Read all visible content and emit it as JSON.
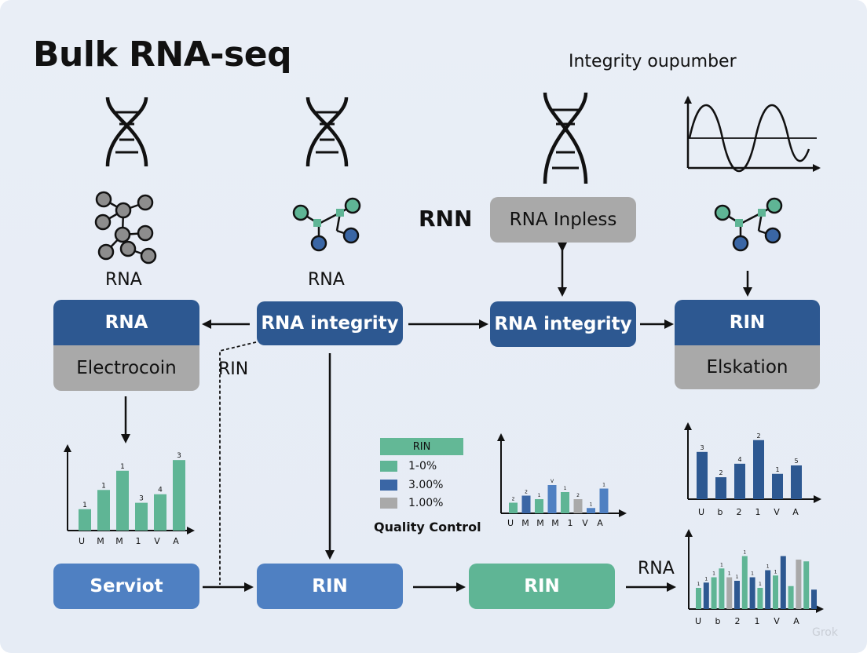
{
  "title": "Bulk RNA-seq",
  "subtitle": "Integrity oupumber",
  "labels": {
    "rna_left": "RNA",
    "rna_center": "RNA",
    "rnn": "RNN",
    "rin_dashed": "RIN",
    "rna_arrow": "RNA"
  },
  "boxes": {
    "rna": "RNA",
    "electrocoin": "Electrocoin",
    "rna_integrity_center": "RNA integrity",
    "rna_inpless": "RNA Inpless",
    "rna_integrity_right": "RNA integrity",
    "rin_top": "RIN",
    "elskation": "Elskation",
    "serviot": "Serviot",
    "rin_bottom_blue": "RIN",
    "rin_bottom_green": "RIN"
  },
  "legend": {
    "title": "RIN",
    "items": [
      {
        "label": "1-0%",
        "color": "#5fb595"
      },
      {
        "label": "3.00%",
        "color": "#3a66a5"
      },
      {
        "label": "1.00%",
        "color": "#a9a9a9"
      }
    ],
    "caption": "Quality Control"
  },
  "colors": {
    "dark_box": "#2d5891",
    "mid_box": "#4f80c2",
    "green_box": "#5fb595",
    "grey_box": "#a9a9a9",
    "teal_node": "#5fb595",
    "blue_node": "#3a66a5",
    "grey_node": "#8d8d8d"
  },
  "chart_data": [
    {
      "type": "bar",
      "categories": [
        "U",
        "M",
        "M",
        "1",
        "V",
        "A"
      ],
      "series": [
        {
          "values": [
            1,
            1.9,
            2.8,
            1.3,
            1.7,
            3.3
          ],
          "colors": [
            "#5fb595",
            "#5fb595",
            "#5fb595",
            "#5fb595",
            "#5fb595",
            "#5fb595"
          ]
        }
      ],
      "data_labels": [
        "1",
        "1",
        "1",
        "3",
        "4",
        "3"
      ]
    },
    {
      "type": "bar",
      "categories": [
        "U",
        "M",
        "M",
        "M",
        "1",
        "V",
        "A"
      ],
      "series": [
        {
          "values": [
            0.6,
            1.0,
            0.8,
            1.6,
            1.2,
            0.8,
            0.3,
            1.4
          ]
        }
      ],
      "data_labels": [
        "2",
        "2",
        "1",
        "V",
        "1",
        "2",
        "1",
        "1"
      ]
    },
    {
      "type": "bar",
      "categories": [
        "U",
        "b",
        "2",
        "1",
        "V",
        "A"
      ],
      "series": [
        {
          "values": [
            2.8,
            1.3,
            2.1,
            3.5,
            1.5,
            2.0
          ],
          "colors": [
            "#2d5891",
            "#2d5891",
            "#2d5891",
            "#2d5891",
            "#2d5891",
            "#2d5891"
          ]
        }
      ],
      "data_labels": [
        "3",
        "2",
        "4",
        "2",
        "1",
        "5"
      ]
    },
    {
      "type": "bar",
      "categories": [
        "U",
        "b",
        "2",
        "1",
        "V",
        "A"
      ],
      "series": [
        {
          "values": [
            1.2,
            1.5,
            1.8,
            2.3,
            1.8,
            1.6,
            3.0,
            1.8,
            1.2,
            2.2,
            1.9,
            3.0,
            1.3,
            2.8,
            2.7,
            1.1
          ],
          "colors": [
            "#5fb595",
            "#2d5891",
            "#5fb595",
            "#5fb595",
            "#a9a9a9",
            "#2d5891",
            "#5fb595",
            "#2d5891",
            "#5fb595",
            "#2d5891",
            "#5fb595",
            "#2d5891",
            "#5fb595",
            "#a9a9a9",
            "#5fb595",
            "#2d5891"
          ]
        }
      ],
      "data_labels": [
        "1",
        "1",
        "1",
        "1",
        "1",
        "1",
        "1",
        "1",
        "1",
        "1",
        "1"
      ]
    }
  ]
}
